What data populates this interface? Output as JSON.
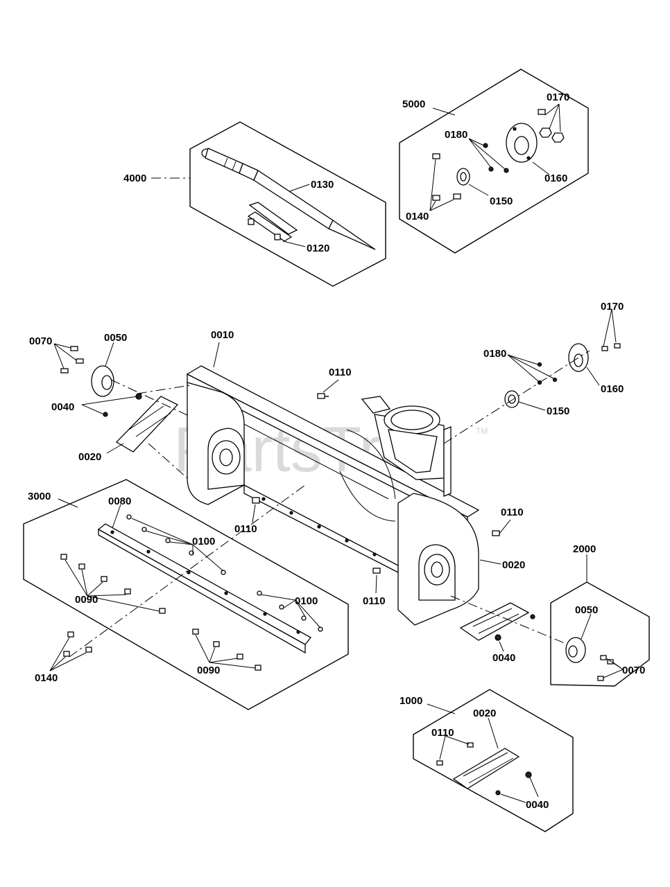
{
  "watermark": {
    "text": "PartsTree",
    "tm": "TM"
  },
  "labels": {
    "l4000": "4000",
    "l0130": "0130",
    "l0120": "0120",
    "l5000": "5000",
    "l0170a": "0170",
    "l0180a": "0180",
    "l0160a": "0160",
    "l0150a": "0150",
    "l0140a": "0140",
    "l0070a": "0070",
    "l0050a": "0050",
    "l0010": "0010",
    "l0110a": "0110",
    "l0180b": "0180",
    "l0170b": "0170",
    "l0160b": "0160",
    "l0150b": "0150",
    "l0040a": "0040",
    "l0020a": "0020",
    "l3000": "3000",
    "l0080": "0080",
    "l0100a": "0100",
    "l0090a": "0090",
    "l0100b": "0100",
    "l0140b": "0140",
    "l0090b": "0090",
    "l0110b": "0110",
    "l0110c": "0110",
    "l0020b": "0020",
    "l0110d": "0110",
    "l0040b": "0040",
    "l2000": "2000",
    "l0050b": "0050",
    "l0070b": "0070",
    "l1000": "1000",
    "l0020c": "0020",
    "l0110e": "0110",
    "l0040c": "0040"
  }
}
